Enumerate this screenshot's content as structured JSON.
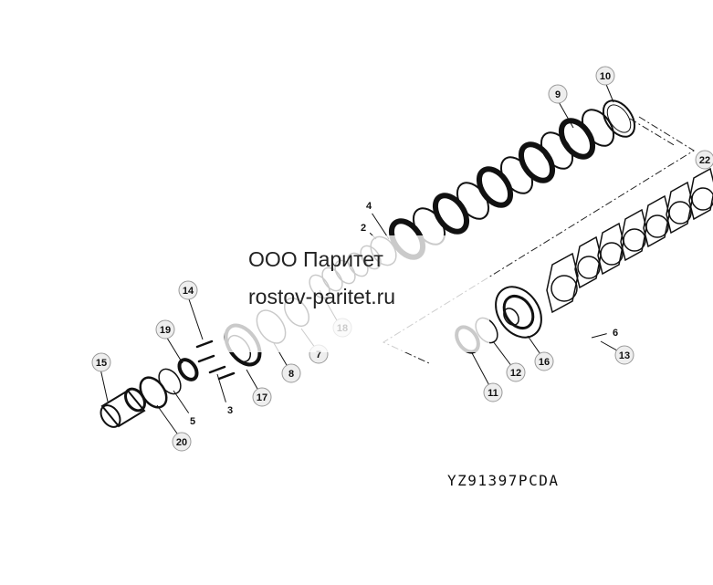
{
  "watermark": {
    "line1": "ООО Паритет",
    "line2": "rostov-paritet.ru"
  },
  "drawing_code": "YZ91397PCDA",
  "callouts": [
    {
      "id": "c1",
      "label": "10"
    },
    {
      "id": "c2",
      "label": "9"
    },
    {
      "id": "c3",
      "label": "22"
    },
    {
      "id": "c4",
      "label": "4"
    },
    {
      "id": "c5",
      "label": "2"
    },
    {
      "id": "c6",
      "label": "14"
    },
    {
      "id": "c7",
      "label": "18"
    },
    {
      "id": "c8",
      "label": "19"
    },
    {
      "id": "c9",
      "label": "7"
    },
    {
      "id": "c10",
      "label": "8"
    },
    {
      "id": "c11",
      "label": "6"
    },
    {
      "id": "c12",
      "label": "13"
    },
    {
      "id": "c13",
      "label": "16"
    },
    {
      "id": "c14",
      "label": "12"
    },
    {
      "id": "c15",
      "label": "11"
    },
    {
      "id": "c16",
      "label": "15"
    },
    {
      "id": "c17",
      "label": "3"
    },
    {
      "id": "c18",
      "label": "17"
    },
    {
      "id": "c19",
      "label": "5"
    },
    {
      "id": "c20",
      "label": "20"
    }
  ]
}
